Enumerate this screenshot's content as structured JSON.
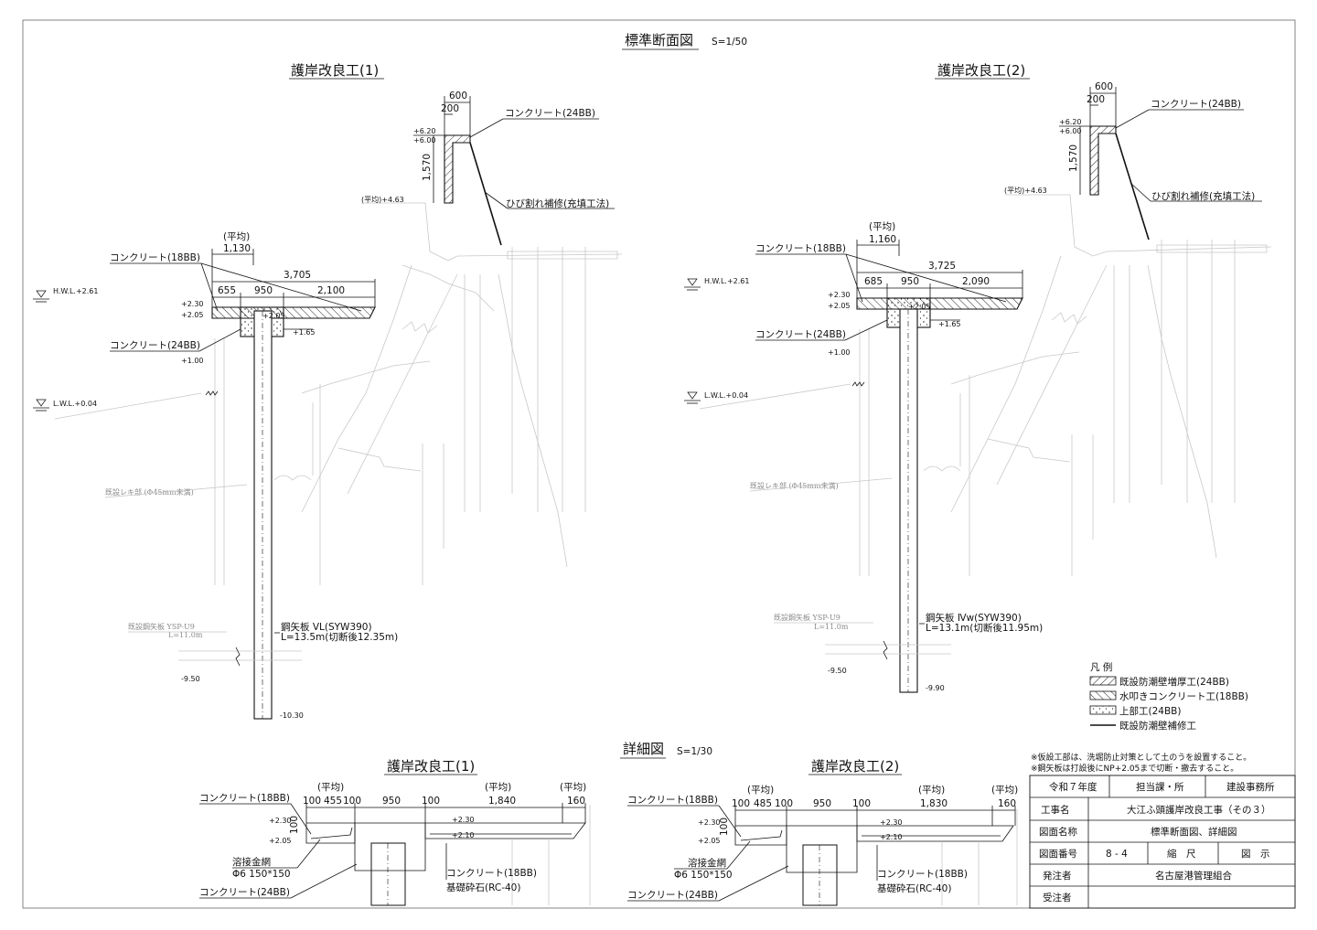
{
  "sheet_title": "標準断面図",
  "sheet_scale": "S=1/50",
  "detail_title": "詳細図",
  "detail_scale": "S=1/30",
  "section1": {
    "title": "護岸改良工(1)",
    "concrete_top": "コンクリート(24BB)",
    "crack_repair": "ひび割れ補修(充填工法)",
    "top_levels": [
      "+6.20",
      "+6.00"
    ],
    "wall_height": "1,570",
    "wall_w_total": "600",
    "wall_w_part": "200",
    "avg_level": "(平均)+4.63",
    "avg_label": "(平均)",
    "avg_value": "1,130",
    "concrete_18": "コンクリート(18BB)",
    "total_width": "3,705",
    "widths": [
      "655",
      "950",
      "2,100"
    ],
    "hwl": "H.W.L.+2.61",
    "lwl": "L.W.L.+0.04",
    "levels_left": [
      "+2.30",
      "+2.05"
    ],
    "level_inner": "+2.05",
    "level_165": "+1.65",
    "concrete_24": "コンクリート(24BB)",
    "level_100": "+1.00",
    "gravel": "既設レキ部 (Φ45mm未満)",
    "existing_pile": "既設鋼矢板 YSP-U9",
    "existing_pile_len": "L=11.0m",
    "sheet_pile": "鋼矢板 ⅤL(SYW390)",
    "sheet_pile_len": "L=13.5m(切断後12.35m)",
    "level_bottom_left": "-9.50",
    "level_bottom": "-10.30"
  },
  "section2": {
    "title": "護岸改良工(2)",
    "concrete_top": "コンクリート(24BB)",
    "crack_repair": "ひび割れ補修(充填工法)",
    "top_levels": [
      "+6.20",
      "+6.00"
    ],
    "wall_height": "1,570",
    "wall_w_total": "600",
    "wall_w_part": "200",
    "avg_level": "(平均)+4.63",
    "avg_label": "(平均)",
    "avg_value": "1,160",
    "concrete_18": "コンクリート(18BB)",
    "total_width": "3,725",
    "widths": [
      "685",
      "950",
      "2,090"
    ],
    "hwl": "H.W.L.+2.61",
    "lwl": "L.W.L.+0.04",
    "levels_left": [
      "+2.30",
      "+2.05"
    ],
    "level_inner": "+2.05",
    "level_165": "+1.65",
    "concrete_24": "コンクリート(24BB)",
    "level_100": "+1.00",
    "gravel": "既設レキ部 (Φ45mm未満)",
    "existing_pile": "既設鋼矢板 YSP-U9",
    "existing_pile_len": "L=11.0m",
    "sheet_pile": "鋼矢板 Ⅳw(SYW390)",
    "sheet_pile_len": "L=13.1m(切断後11.95m)",
    "level_bottom_left": "-9.50",
    "level_bottom": "-9.90"
  },
  "legend": {
    "title": "凡 例",
    "items": [
      {
        "pattern": "diag",
        "label": "既設防潮壁増厚工(24BB)"
      },
      {
        "pattern": "backdiag",
        "label": "水叩きコンクリート工(18BB)"
      },
      {
        "pattern": "dots",
        "label": "上部工(24BB)"
      },
      {
        "pattern": "line",
        "label": "既設防潮壁補修工"
      }
    ]
  },
  "notes": [
    "※仮設工部は、洗堀防止対策として土のうを設置すること。",
    "※鋼矢板は打設後にNP+2.05まで切断・撤去すること。"
  ],
  "detail1": {
    "title": "護岸改良工(1)",
    "avg": "(平均)",
    "dims": [
      "100",
      "455",
      "100",
      "950",
      "100",
      "1,840",
      "160"
    ],
    "levels_left": [
      "+2.30",
      "+2.05"
    ],
    "levels_right": [
      "+2.30",
      "+2.10"
    ],
    "thickness": "100",
    "concrete_18": "コンクリート(18BB)",
    "mesh": "溶接金網",
    "mesh_spec": "Φ6 150*150",
    "concrete_24": "コンクリート(24BB)",
    "concrete_18b": "コンクリート(18BB)",
    "base": "基礎砕石(RC-40)"
  },
  "detail2": {
    "title": "護岸改良工(2)",
    "avg": "(平均)",
    "dims": [
      "100",
      "485",
      "100",
      "950",
      "100",
      "1,830",
      "160"
    ],
    "levels_left": [
      "+2.30",
      "+2.05"
    ],
    "levels_right": [
      "+2.30",
      "+2.10"
    ],
    "thickness": "100",
    "concrete_18": "コンクリート(18BB)",
    "mesh": "溶接金網",
    "mesh_spec": "Φ6 150*150",
    "concrete_24": "コンクリート(24BB)",
    "concrete_18b": "コンクリート(18BB)",
    "base": "基礎砕石(RC-40)"
  },
  "title_block": {
    "year": "令和７年度",
    "dept": "担当課・所",
    "office": "建設事務所",
    "project_label": "工事名",
    "project": "大江ふ頭護岸改良工事（その３）",
    "drawing_label": "図面名称",
    "drawing": "標準断面図、詳細図",
    "number_label": "図面番号",
    "number": "8 - 4",
    "scale_label": "縮　尺",
    "scale": "図　示",
    "client_label": "発注者",
    "client": "名古屋港管理組合",
    "contractor_label": "受注者",
    "contractor": ""
  }
}
